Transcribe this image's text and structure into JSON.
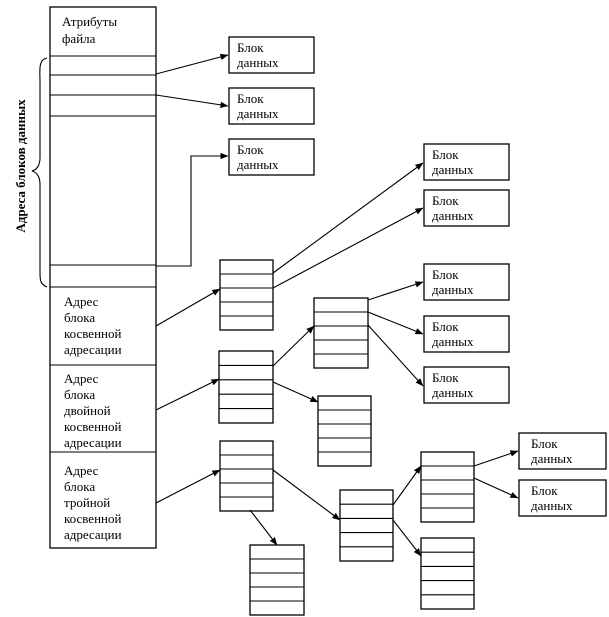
{
  "inode": {
    "attributes_label": [
      "Атрибуты",
      "файла"
    ],
    "addresses_label": "Адреса блоков данных",
    "single_indirect_label": [
      "Адрес",
      "блока",
      "косвенной",
      "адресации"
    ],
    "double_indirect_label": [
      "Адрес",
      "блока",
      "двойной",
      "косвенной",
      "адресации"
    ],
    "triple_indirect_label": [
      "Адрес",
      "блока",
      "тройной",
      "косвенной",
      "адресации"
    ]
  },
  "data_block_label": [
    "Блок",
    "данных"
  ],
  "data_block_count": 10
}
